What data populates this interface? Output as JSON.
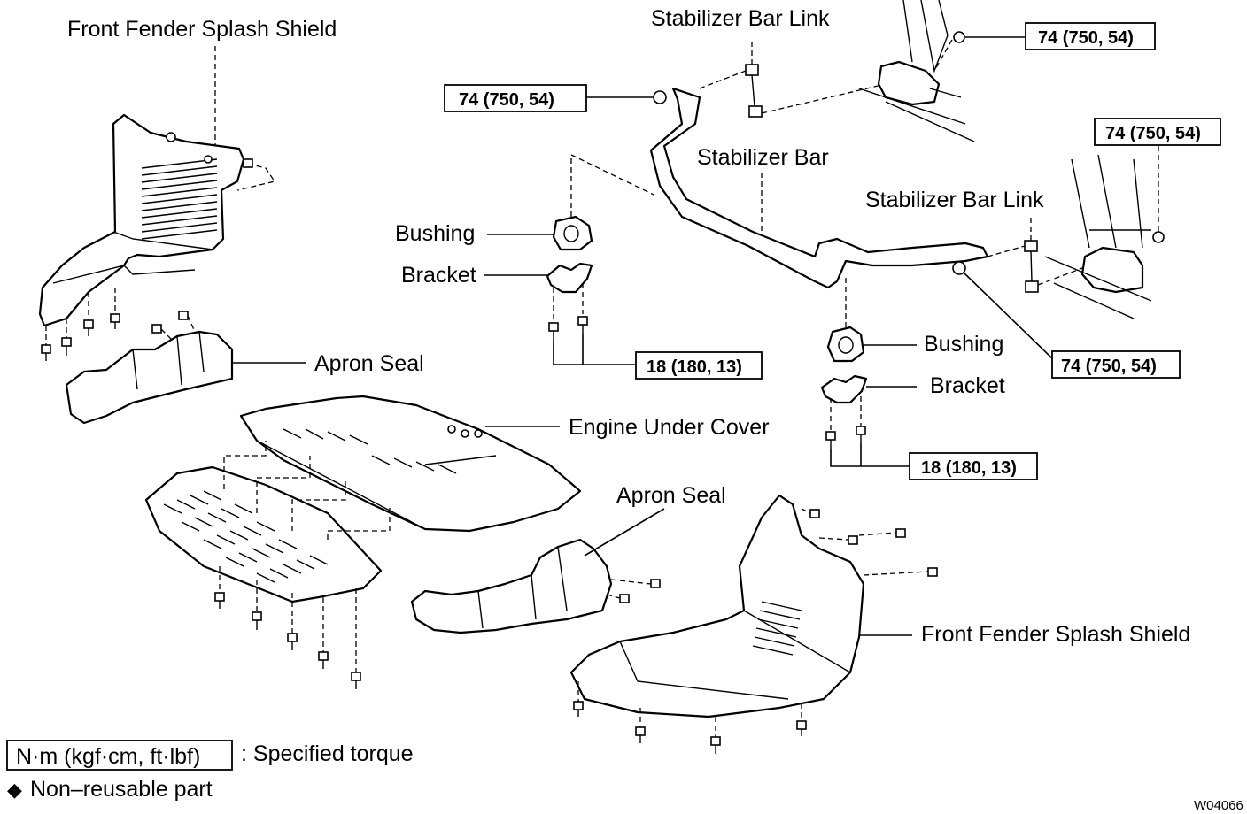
{
  "labels": {
    "front_fender_splash_shield_left": "Front Fender Splash Shield",
    "apron_seal_left": "Apron Seal",
    "engine_under_cover": "Engine Under Cover",
    "apron_seal_right": "Apron Seal",
    "front_fender_splash_shield_right": "Front Fender Splash Shield",
    "stabilizer_bar_link_top": "Stabilizer Bar Link",
    "stabilizer_bar": "Stabilizer Bar",
    "stabilizer_bar_link_right": "Stabilizer Bar Link",
    "bushing_left": "Bushing",
    "bracket_left": "Bracket",
    "bushing_right": "Bushing",
    "bracket_right": "Bracket"
  },
  "torque": {
    "link_upper_nut": "74 (750, 54)",
    "bar_left_nut": "74 (750, 54)",
    "link_right_upper_nut": "74 (750, 54)",
    "bar_right_nut": "74 (750, 54)",
    "bracket_left_bolts": "18 (180, 13)",
    "bracket_right_bolts": "18 (180, 13)"
  },
  "legend": {
    "torque_unit": "N·m (kgf·cm, ft·lbf)",
    "torque_desc": ": Specified torque",
    "nonreusable_symbol": "◆",
    "nonreusable_desc": "Non–reusable part"
  },
  "figure_code": "W04066"
}
